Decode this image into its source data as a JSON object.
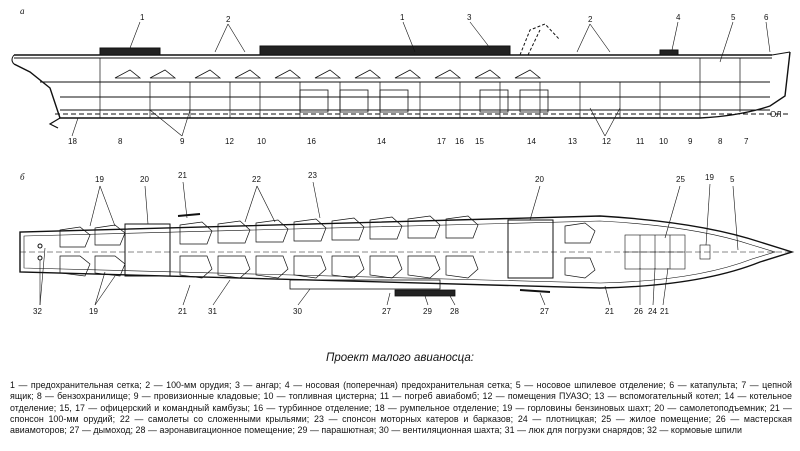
{
  "panels": {
    "side": "а",
    "plan": "б"
  },
  "side_labels": [
    {
      "id": "s1a",
      "text": "1"
    },
    {
      "id": "s2a",
      "text": "2"
    },
    {
      "id": "s1b",
      "text": "1"
    },
    {
      "id": "s3",
      "text": "3"
    },
    {
      "id": "s2b",
      "text": "2"
    },
    {
      "id": "s4",
      "text": "4"
    },
    {
      "id": "s5",
      "text": "5"
    },
    {
      "id": "s6",
      "text": "6"
    },
    {
      "id": "s18",
      "text": "18"
    },
    {
      "id": "s8a",
      "text": "8"
    },
    {
      "id": "s9a",
      "text": "9"
    },
    {
      "id": "s12a",
      "text": "12"
    },
    {
      "id": "s10a",
      "text": "10"
    },
    {
      "id": "s16a",
      "text": "16"
    },
    {
      "id": "s14a",
      "text": "14"
    },
    {
      "id": "s17",
      "text": "17"
    },
    {
      "id": "s16b",
      "text": "16"
    },
    {
      "id": "s15",
      "text": "15"
    },
    {
      "id": "s14b",
      "text": "14"
    },
    {
      "id": "s13",
      "text": "13"
    },
    {
      "id": "s12b",
      "text": "12"
    },
    {
      "id": "s11",
      "text": "11"
    },
    {
      "id": "s10b",
      "text": "10"
    },
    {
      "id": "s9b",
      "text": "9"
    },
    {
      "id": "s8b",
      "text": "8"
    },
    {
      "id": "s7",
      "text": "7"
    },
    {
      "id": "sOL",
      "text": "ОЛ"
    }
  ],
  "plan_labels": [
    {
      "id": "p19a",
      "text": "19"
    },
    {
      "id": "p20a",
      "text": "20"
    },
    {
      "id": "p21a",
      "text": "21"
    },
    {
      "id": "p22",
      "text": "22"
    },
    {
      "id": "p23",
      "text": "23"
    },
    {
      "id": "p20b",
      "text": "20"
    },
    {
      "id": "p25",
      "text": "25"
    },
    {
      "id": "p19b",
      "text": "19"
    },
    {
      "id": "p5",
      "text": "5"
    },
    {
      "id": "p32",
      "text": "32"
    },
    {
      "id": "p19c",
      "text": "19"
    },
    {
      "id": "p21b",
      "text": "21"
    },
    {
      "id": "p31",
      "text": "31"
    },
    {
      "id": "p30",
      "text": "30"
    },
    {
      "id": "p27a",
      "text": "27"
    },
    {
      "id": "p29",
      "text": "29"
    },
    {
      "id": "p28",
      "text": "28"
    },
    {
      "id": "p27b",
      "text": "27"
    },
    {
      "id": "p21c",
      "text": "21"
    },
    {
      "id": "p26",
      "text": "26"
    },
    {
      "id": "p24",
      "text": "24"
    },
    {
      "id": "p21d",
      "text": "21"
    }
  ],
  "caption": "Проект малого авианосца:",
  "legend": [
    "1 — предохранительная сетка;",
    "2 — 100-мм орудия;",
    "3 — ангар;",
    "4 — носовая (поперечная) предохранительная сетка;",
    "5 — носовое шпилевое отделение;",
    "6 — катапульта;",
    "7 — цепной ящик;",
    "8 — бензохранилище;",
    "9 — провизионные кладовые;",
    "10 — топливная цистерна;",
    "11 — погреб авиабомб;",
    "12 — помещения ПУАЗО;",
    "13 — вспомогательный котел;",
    "14 — котельное отделение;",
    "15, 17 — офицерский и командный камбузы;",
    "16 — турбинное отделение;",
    "18 — румпельное отделение;",
    "19 — горловины бензиновых шахт;",
    "20 — самолетоподъемник;",
    "21 — спонсон 100-мм орудий;",
    "22 — самолеты со сложенными крыльями;",
    "23 — спонсон моторных катеров и барказов;",
    "24 — плотницкая;",
    "25 — жилое помещение;",
    "26 — мастерская авиамоторов;",
    "27 — дымоход;",
    "28 — аэронавигационное помещение;",
    "29 — парашютная;",
    "30 — вентиляционная шахта;",
    "31 — люк для погрузки снарядов;",
    "32 — кормовые шпили"
  ]
}
